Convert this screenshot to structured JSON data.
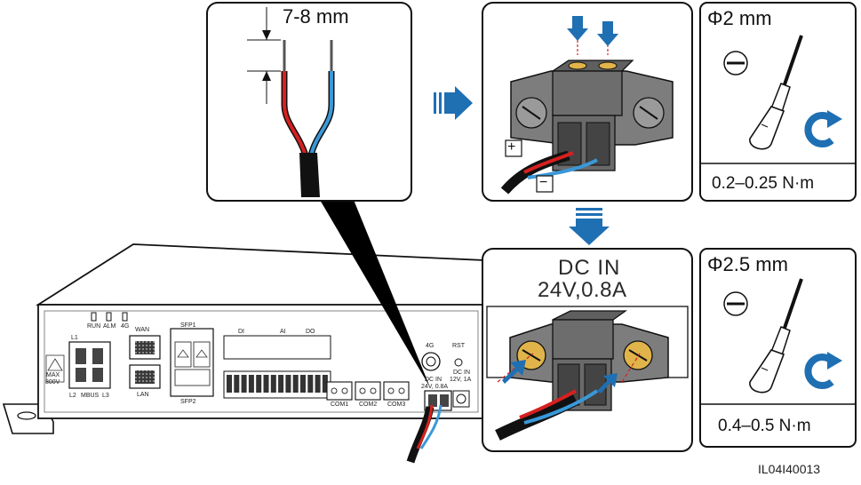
{
  "strip_length_label": "7-8 mm",
  "screwdriver_small": {
    "diameter": "Φ2 mm",
    "torque": "0.2–0.25 N·m"
  },
  "screwdriver_large": {
    "diameter": "Φ2.5 mm",
    "torque": "0.4–0.5 N·m"
  },
  "polarity": {
    "positive": "+",
    "negative": "−"
  },
  "port_label": {
    "line1": "DC  IN",
    "line2": "24V,0.8A"
  },
  "device_labels": {
    "run": "RUN",
    "alm": "ALM",
    "fourg": "4G",
    "wan": "WAN",
    "lan": "LAN",
    "sfp1": "SFP1",
    "sfp2": "SFP2",
    "l1": "L1",
    "l2": "L2",
    "l3": "L3",
    "mbus": "MBUS",
    "max": "MAX",
    "max_v": "800V",
    "di": "DI",
    "ai": "AI",
    "do": "DO",
    "rst": "RST",
    "com1": "COM1",
    "com2": "COM2",
    "com3": "COM3",
    "dcin_small": "DC  IN",
    "dcin_small_v": "24V, 0.8A",
    "dcin2": "DC  IN",
    "dcin2_v": "12V, 1A"
  },
  "figure_id": "IL04I40013",
  "colors": {
    "arrow": "#1f6fb3",
    "red_wire": "#d62020",
    "blue_wire": "#3a98d8",
    "rotate": "#1f6fb3",
    "screw": "#e0b44a"
  }
}
